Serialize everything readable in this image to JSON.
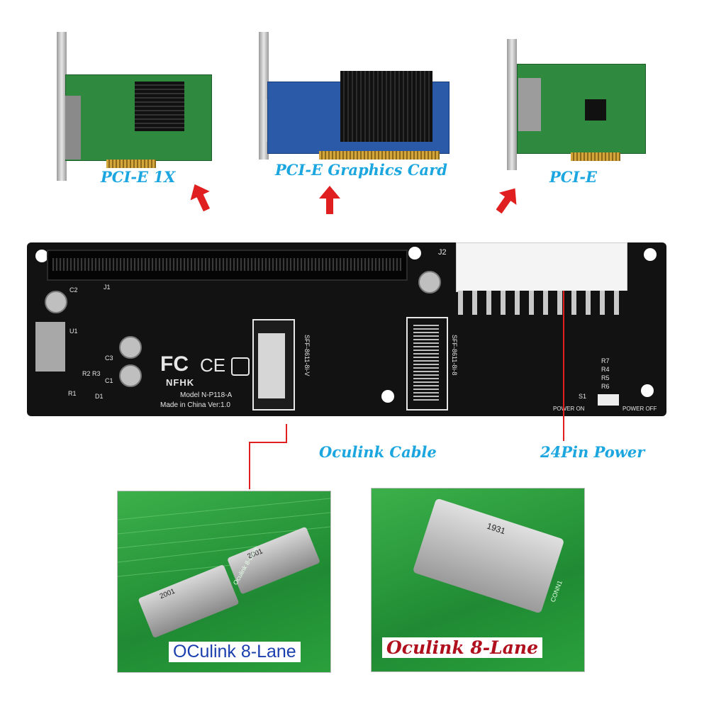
{
  "cards": {
    "left_label": "PCI-E 1X",
    "center_label": "PCI-E Graphics Card",
    "right_label": "PCI-E"
  },
  "board": {
    "fc_mark": "FC",
    "ce_mark": "CE",
    "brand": "NFHK",
    "model": "Model N-P118-A",
    "made_in": "Made in China Ver:1.0",
    "connector_left_label": "SFF-8611-8i-V",
    "connector_right_label": "SFF-8611-8i-8",
    "j2": "J2",
    "power_on": "POWER ON",
    "power_off": "POWER OFF",
    "s1": "S1",
    "c1": "C1",
    "c2": "C2",
    "c3": "C3",
    "j1": "J1",
    "u1": "U1",
    "d1": "D1",
    "r1": "R1",
    "r2": "R2",
    "r3": "R3",
    "r4": "R4",
    "r5": "R5",
    "r6": "R6",
    "r7": "R7"
  },
  "callouts": {
    "oculink_cable": "Oculink Cable",
    "power_24pin": "24Pin Power"
  },
  "photos": {
    "left_caption": "OCulink 8-Lane",
    "right_caption": "Oculink 8-Lane",
    "left_chip_a": "2001",
    "left_chip_b": "2001",
    "left_silk": "Oculink 8-Lane",
    "right_chip": "1931",
    "right_conn": "CONN1"
  },
  "colors": {
    "label_blue": "#1ba6e0",
    "arrow_red": "#e02020",
    "caption_blue": "#1c3fae",
    "caption_red": "#b0101e"
  }
}
